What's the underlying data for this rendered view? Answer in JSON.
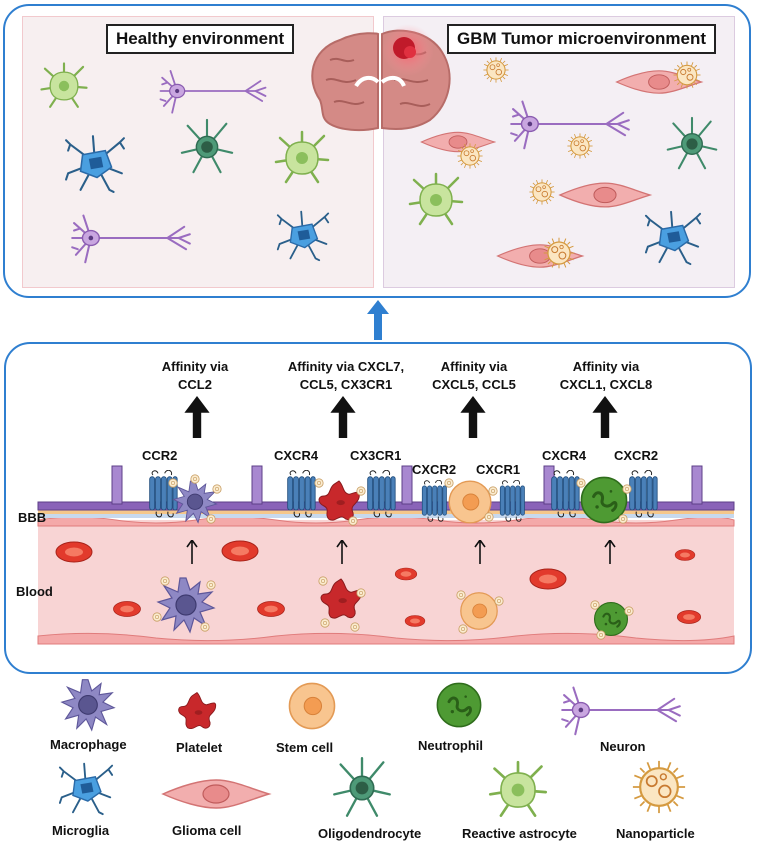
{
  "top": {
    "healthy_title": "Healthy environment",
    "tumor_title": "GBM Tumor microenvironment"
  },
  "bottom": {
    "bbb_label": "BBB",
    "blood_label": "Blood",
    "affinity": [
      {
        "text": "Affinity via\nCCL2",
        "receptors": [
          "CCR2"
        ]
      },
      {
        "text": "Affinity via CXCL7,\nCCL5, CX3CR1",
        "receptors": [
          "CXCR4",
          "CX3CR1"
        ]
      },
      {
        "text": "Affinity via\nCXCL5, CCL5",
        "receptors": [
          "CXCR2",
          "CXCR1"
        ]
      },
      {
        "text": "Affinity via\nCXCL1, CXCL8",
        "receptors": [
          "CXCR4",
          "CXCR2"
        ]
      }
    ]
  },
  "legend": {
    "macrophage": "Macrophage",
    "platelet": "Platelet",
    "stem_cell": "Stem cell",
    "neutrophil": "Neutrophil",
    "neuron": "Neuron",
    "microglia": "Microglia",
    "glioma_cell": "Glioma cell",
    "oligodendrocyte": "Oligodendrocyte",
    "reactive_astrocyte": "Reactive astrocyte",
    "nanoparticle": "Nanoparticle"
  },
  "colors": {
    "border_blue": "#2f7fd0",
    "macrophage": "#8e88c4",
    "platelet": "#c8282b",
    "stem_cell": "#f6b67a",
    "neutrophil": "#4e9a33",
    "neuron": "#9a6cc0",
    "microglia": "#3b8fd4",
    "glioma": "#e8888a",
    "oligodendrocyte": "#3f8a6a",
    "astrocyte": "#a9d27a",
    "nanoparticle": "#f2d8a0",
    "bbb_purple": "#8a63b8",
    "blood_bg": "#f8d4d4"
  }
}
